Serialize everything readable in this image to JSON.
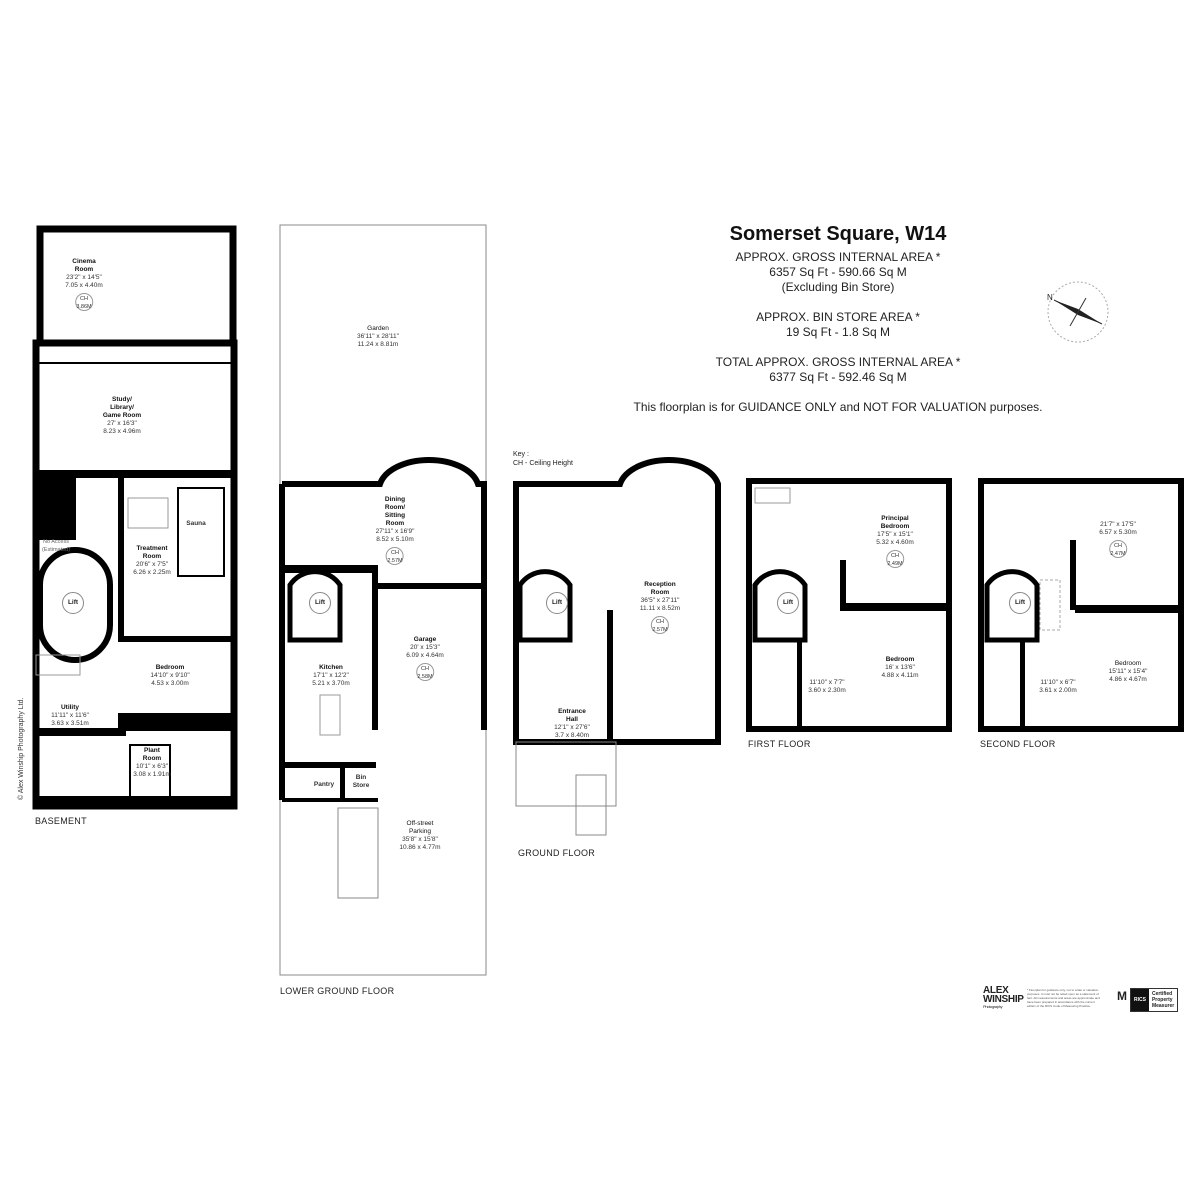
{
  "header": {
    "title": "Somerset Square, W14",
    "gia_label": "APPROX. GROSS INTERNAL  AREA *",
    "gia_value": "6357 Sq Ft  -  590.66 Sq M",
    "gia_note": "(Excluding Bin Store)",
    "bin_label": "APPROX. BIN STORE  AREA *",
    "bin_value": "19 Sq Ft  -  1.8 Sq M",
    "total_label": "TOTAL  APPROX. GROSS INTERNAL  AREA *",
    "total_value": "6377 Sq Ft  -  592.46 Sq M",
    "guidance": "This floorplan is for GUIDANCE ONLY and NOT FOR VALUATION purposes."
  },
  "key": {
    "title": "Key :",
    "ch": "CH - Ceiling Height"
  },
  "compass": {
    "north": "N"
  },
  "basement": {
    "label": "BASEMENT",
    "rooms": [
      {
        "name": "Cinema\nRoom",
        "imperial": "23'2\" x 14'5\"",
        "metric": "7.05 x 4.40m",
        "ch": "CH\n3.86M"
      },
      {
        "name": "Study/\nLibrary/\nGame Room",
        "imperial": "27' x 16'3\"",
        "metric": "8.23 x 4.96m"
      },
      {
        "name": "No Access\n(Estimated)"
      },
      {
        "name": "Treatment\nRoom",
        "imperial": "20'6\" x 7'5\"",
        "metric": "6.26 x 2.25m"
      },
      {
        "name": "Sauna"
      },
      {
        "name": "Lift"
      },
      {
        "name": "Bedroom",
        "imperial": "14'10\" x 9'10\"",
        "metric": "4.53 x 3.00m"
      },
      {
        "name": "Utility",
        "imperial": "11'11\" x 11'6\"",
        "metric": "3.63 x 3.51m"
      },
      {
        "name": "Plant\nRoom",
        "imperial": "10'1\" x 6'3\"",
        "metric": "3.08 x 1.91m"
      }
    ]
  },
  "lower_ground": {
    "label": "LOWER GROUND FLOOR",
    "rooms": [
      {
        "name": "Garden",
        "imperial": "36'11\" x 28'11\"",
        "metric": "11.24 x 8.81m"
      },
      {
        "name": "Dining\nRoom/\nSitting\nRoom",
        "imperial": "27'11\" x 16'9\"",
        "metric": "8.52 x 5.10m",
        "ch": "CH\n2.57M"
      },
      {
        "name": "Lift"
      },
      {
        "name": "Garage",
        "imperial": "20' x 15'3\"",
        "metric": "6.09 x 4.64m",
        "ch": "CH\n2.58M"
      },
      {
        "name": "Kitchen",
        "imperial": "17'1\" x 12'2\"",
        "metric": "5.21 x 3.70m"
      },
      {
        "name": "Pantry"
      },
      {
        "name": "Bin\nStore"
      },
      {
        "name": "Off-street\nParking",
        "imperial": "35'8\" x 15'8\"",
        "metric": "10.86 x 4.77m"
      }
    ]
  },
  "ground": {
    "label": "GROUND FLOOR",
    "rooms": [
      {
        "name": "Reception\nRoom",
        "imperial": "36'5\" x 27'11\"",
        "metric": "11.11 x 8.52m",
        "ch": "CH\n2.57M"
      },
      {
        "name": "Lift"
      },
      {
        "name": "Entrance\nHall",
        "imperial": "12'1\" x 27'6\"",
        "metric": "3.7 x 8.40m"
      }
    ]
  },
  "first": {
    "label": "FIRST FLOOR",
    "rooms": [
      {
        "name": "Principal\nBedroom",
        "imperial": "17'5\" x 15'1\"",
        "metric": "5.32 x 4.60m",
        "ch": "CH\n2.49M"
      },
      {
        "name": "Lift"
      },
      {
        "name": "Bedroom",
        "imperial": "16' x 13'6\"",
        "metric": "4.88 x 4.11m"
      },
      {
        "imperial": "11'10\" x 7'7\"",
        "metric": "3.60 x 2.30m"
      }
    ]
  },
  "second": {
    "label": "SECOND FLOOR",
    "rooms": [
      {
        "imperial": "21'7\" x 17'5\"",
        "metric": "6.57 x 5.30m",
        "ch": "CH\n2.47M"
      },
      {
        "name": "Lift"
      },
      {
        "name": "Bedroom",
        "imperial": "15'11\" x 15'4\"",
        "metric": "4.86 x 4.67m"
      },
      {
        "imperial": "11'10\" x 6'7\"",
        "metric": "3.61 x 2.00m"
      }
    ]
  },
  "footer": {
    "copyright": "© Alex Winship Photography Ltd.",
    "logo_line1": "ALEX",
    "logo_line2": "WINSHIP",
    "logo_sub": "Photography",
    "disclaimer": "* Floorplan for guidance only, not to scale or valuation purposes. It must not be relied upon as a statement of fact. All measurements and areas are approximate and have been prepared in accordance with the current edition of the RICS Code of Measuring Practice.",
    "rics_badge": "RICS",
    "rics_text": "Certified\nProperty\nMeasurer"
  }
}
